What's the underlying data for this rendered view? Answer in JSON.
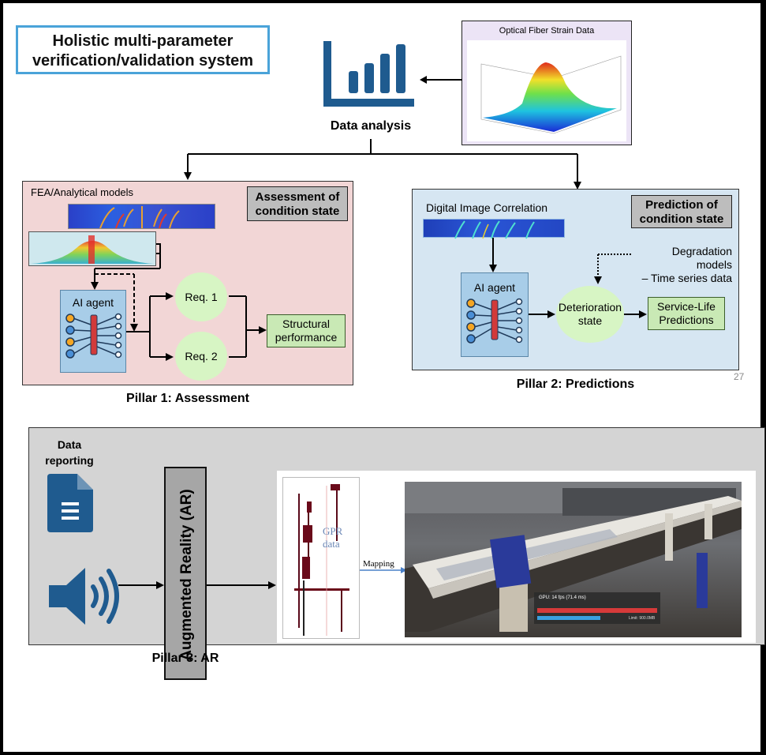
{
  "title": {
    "line1": "Holistic multi-parameter",
    "line2": "verification/validation system"
  },
  "optical": {
    "title": "Optical Fiber Strain Data"
  },
  "data_analysis": {
    "label": "Data analysis"
  },
  "pillar1": {
    "fea_label": "FEA/Analytical models",
    "assessment_line1": "Assessment of",
    "assessment_line2": "condition state",
    "ai_label": "AI agent",
    "req1": "Req. 1",
    "req2": "Req. 2",
    "structural_line1": "Structural",
    "structural_line2": "performance",
    "caption": "Pillar 1: Assessment"
  },
  "pillar2": {
    "dic_label": "Digital Image Correlation",
    "prediction_line1": "Prediction of",
    "prediction_line2": "condition state",
    "degradation_line1": "Degradation models",
    "degradation_line2": "– Time series data",
    "ai_label": "AI agent",
    "deterioration_line1": "Deterioration",
    "deterioration_line2": "state",
    "service_line1": "Service-Life",
    "service_line2": "Predictions",
    "caption": "Pillar 2: Predictions"
  },
  "page_number": "27",
  "pillar3": {
    "reporting_line1": "Data",
    "reporting_line2": "reporting",
    "ar_label": "Augmented Reality (AR)",
    "gpr_line1": "GPR",
    "gpr_line2": "data",
    "mapping": "Mapping",
    "hud_title": "GPU: 14 fps (71.4 ms)",
    "hud_limit": "Limit: 900.0MB",
    "caption": "Pillar 3: AR"
  },
  "colors": {
    "pillar1_bg": "#f2d6d6",
    "pillar2_bg": "#d6e6f2",
    "pillar3_bg": "#d4d4d4",
    "icon_blue": "#1f5b8f",
    "green_oval": "#d7f5c4",
    "title_border": "#4aa3d9"
  },
  "icons": [
    "bar-chart-icon",
    "document-icon",
    "speaker-icon",
    "neural-network-icon"
  ]
}
